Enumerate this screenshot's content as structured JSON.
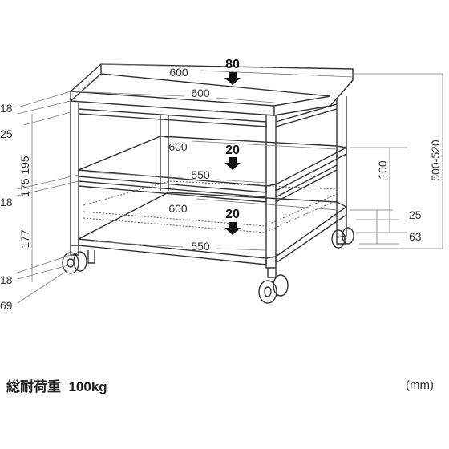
{
  "dimensions": {
    "top_width_back": "600",
    "top_width_front": "600",
    "top_load": "80",
    "middle_depth": "600",
    "middle_load": "20",
    "middle_width": "550",
    "bottom_depth": "600",
    "bottom_load": "20",
    "bottom_width": "550",
    "left_18_top": "18",
    "left_25": "25",
    "left_175_195": "175-195",
    "left_18_mid": "18",
    "left_177": "177",
    "left_18_bot": "18",
    "left_69": "69",
    "right_100": "100",
    "right_500_520": "500-520",
    "right_25": "25",
    "right_63": "63"
  },
  "caption": {
    "label": "総耐荷重",
    "value": "100kg"
  },
  "unit": "(mm)"
}
